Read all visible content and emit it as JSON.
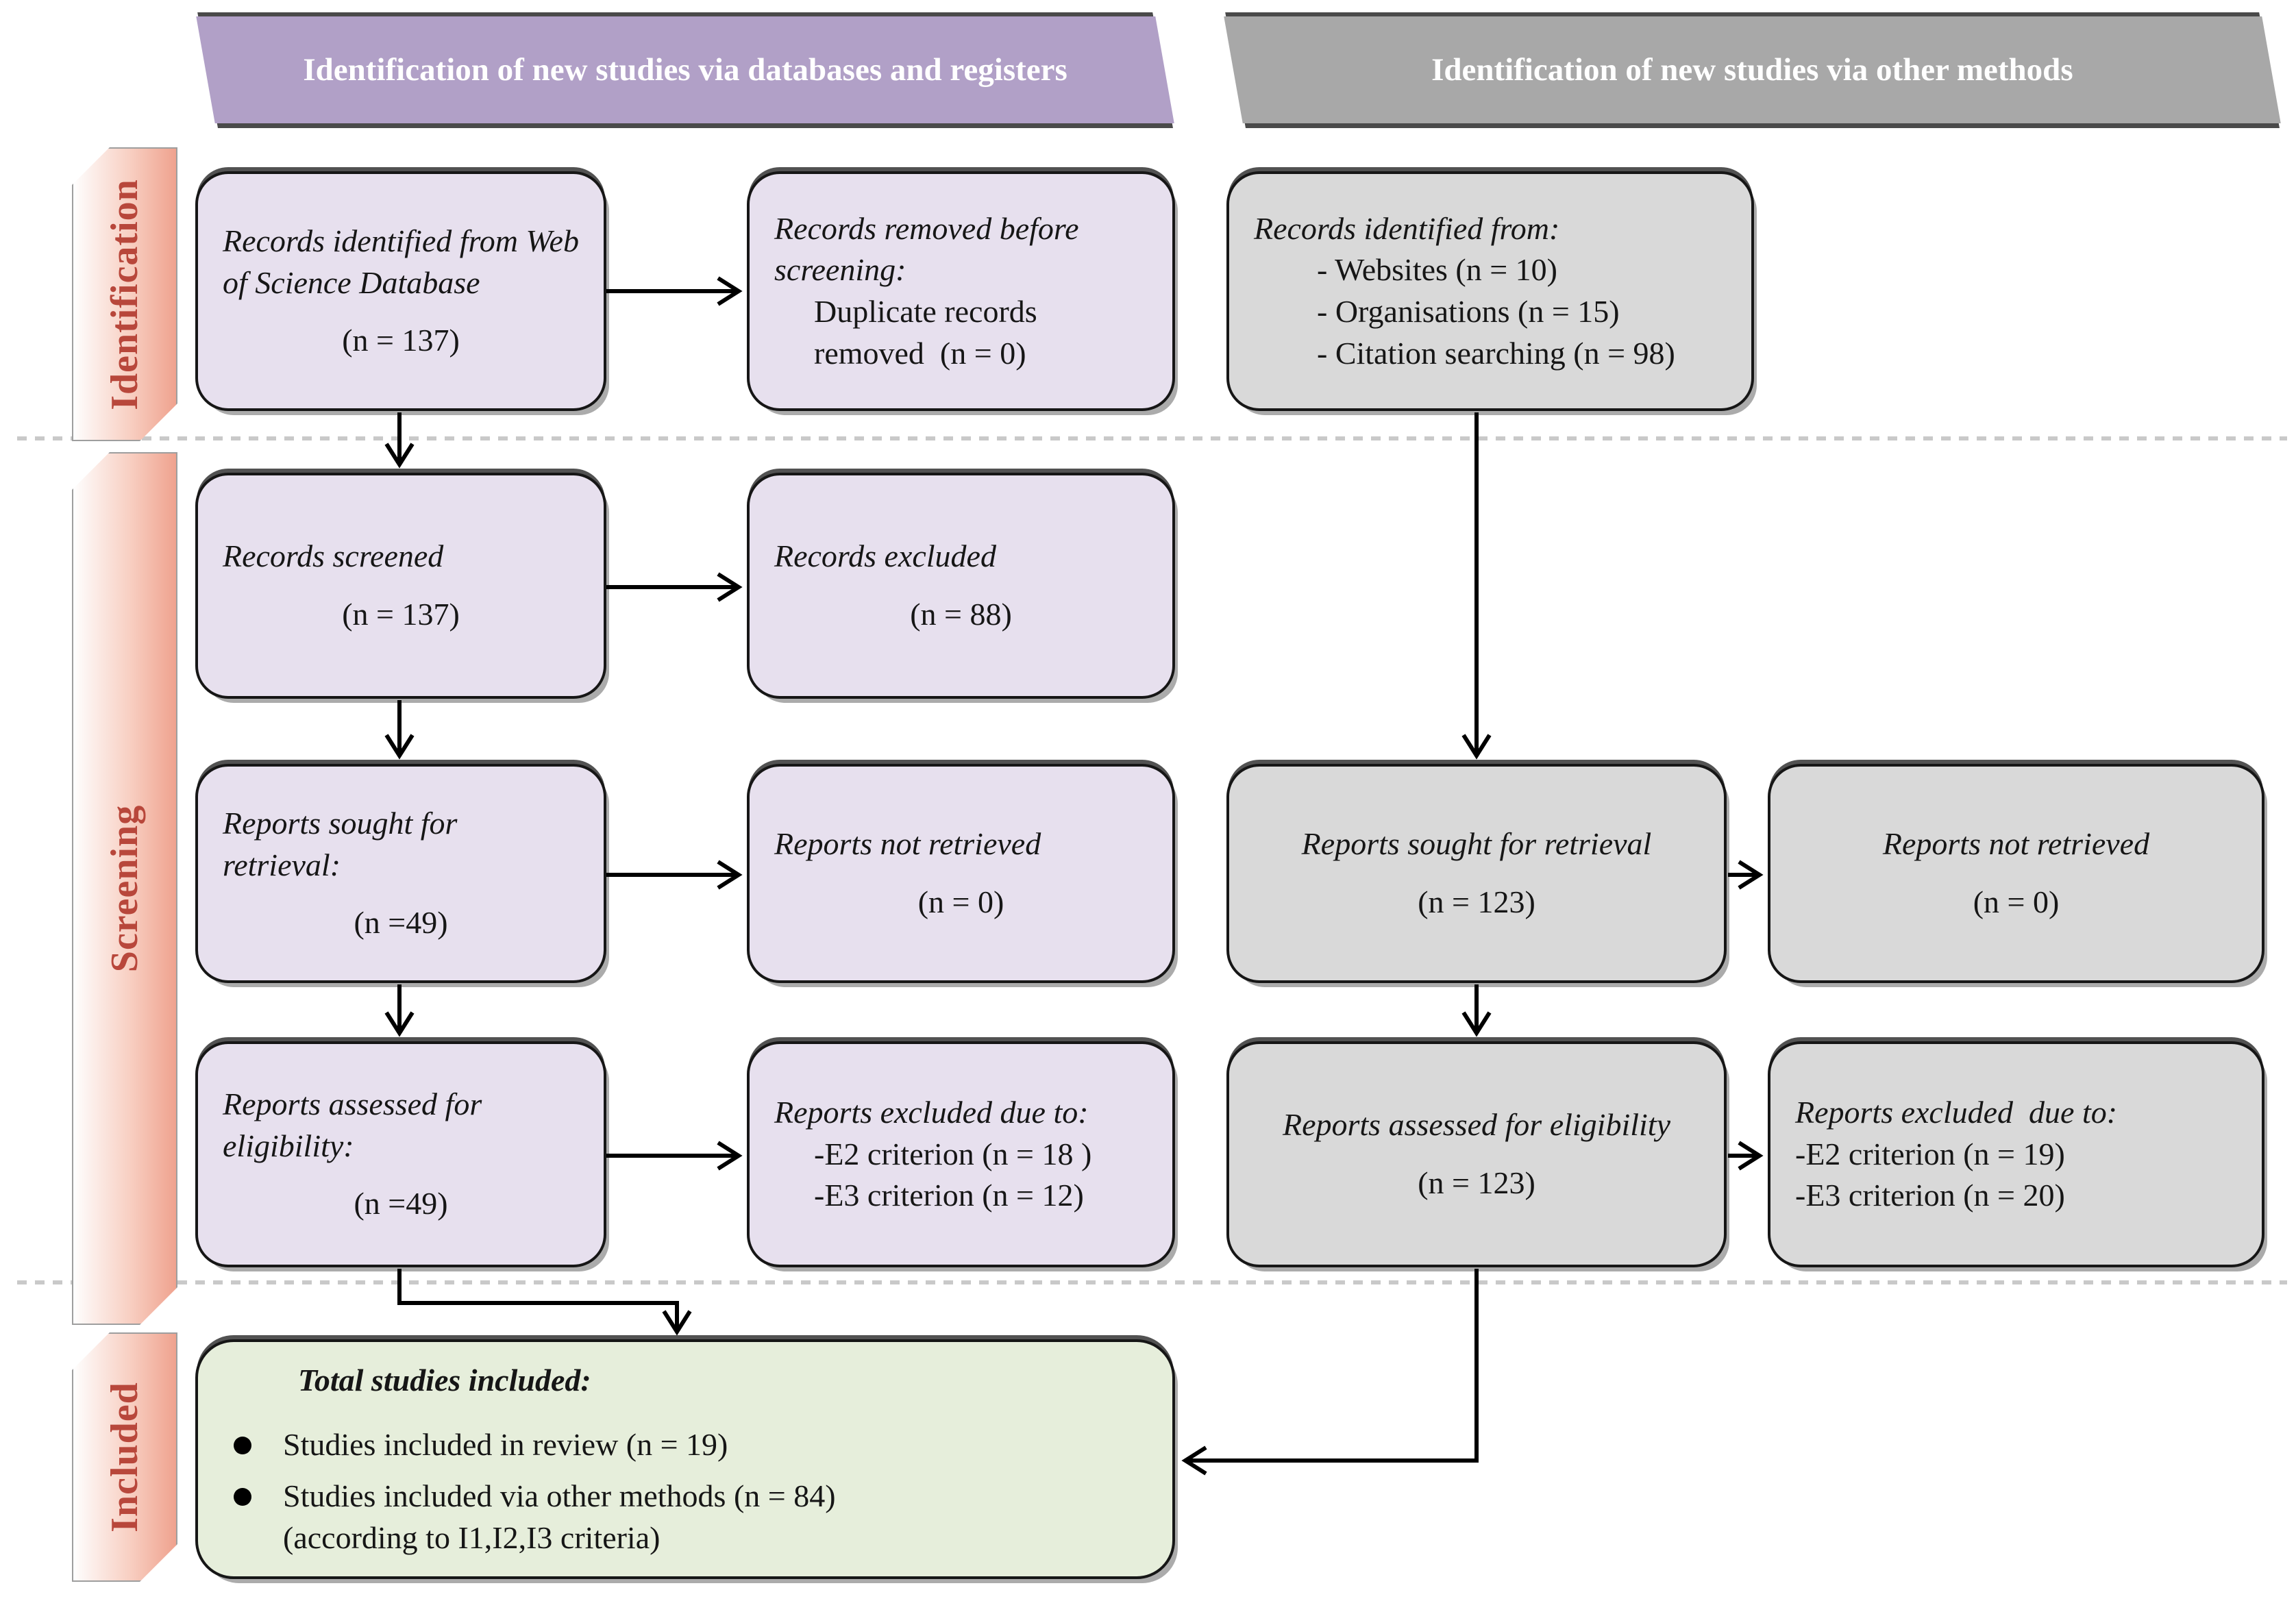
{
  "banners": {
    "databases": "Identification of new studies via databases and registers",
    "other_methods": "Identification of new studies via other methods"
  },
  "stages": {
    "identification": "Identification",
    "screening": "Screening",
    "included": "Included"
  },
  "boxes": {
    "db_identified": {
      "title": "Records identified from Web of Science Database",
      "count": "(n = 137)"
    },
    "dup_removed": {
      "title": "Records removed before screening:",
      "body": "Duplicate records removed  (n = 0)"
    },
    "other_identified": {
      "title": "Records identified from:",
      "items": [
        "- Websites (n = 10)",
        "- Organisations (n = 15)",
        "- Citation searching (n = 98)"
      ]
    },
    "records_screened": {
      "title": "Records screened",
      "count": "(n = 137)"
    },
    "records_excluded": {
      "title": "Records excluded",
      "count": "(n = 88)"
    },
    "reports_sought": {
      "title": "Reports sought for retrieval:",
      "count": "(n =49)"
    },
    "reports_not_retrieved": {
      "title": "Reports not retrieved",
      "count": "(n = 0)"
    },
    "reports_assessed": {
      "title": "Reports assessed for eligibility:",
      "count": "(n =49)"
    },
    "reports_excluded": {
      "title": "Reports excluded due to:",
      "items": [
        "-E2 criterion (n = 18 )",
        "-E3 criterion (n = 12)"
      ]
    },
    "other_sought": {
      "title": "Reports sought for retrieval",
      "count": "(n = 123)"
    },
    "other_not_retrieved": {
      "title": "Reports not retrieved",
      "count": "(n = 0)"
    },
    "other_assessed": {
      "title": "Reports assessed for eligibility",
      "count": "(n = 123)"
    },
    "other_excluded": {
      "title": "Reports excluded  due to:",
      "items": [
        "-E2 criterion (n = 19)",
        "-E3 criterion (n = 20)"
      ]
    },
    "total_included": {
      "title": "Total studies included:",
      "bullets": [
        "Studies included in review (n = 19)",
        "Studies included via other methods (n = 84)"
      ],
      "note": "(according to I1,I2,I3 criteria)"
    }
  },
  "colors": {
    "banner_purple": "#b1a0c7",
    "banner_gray": "#a8a8a8",
    "box_purple": "#e7e0ee",
    "box_gray": "#d9d9d9",
    "box_green": "#e6eedb",
    "stage_label_text": "#b8473b",
    "stage_label_gradient_end": "#efa28e",
    "arrow": "#000000"
  }
}
